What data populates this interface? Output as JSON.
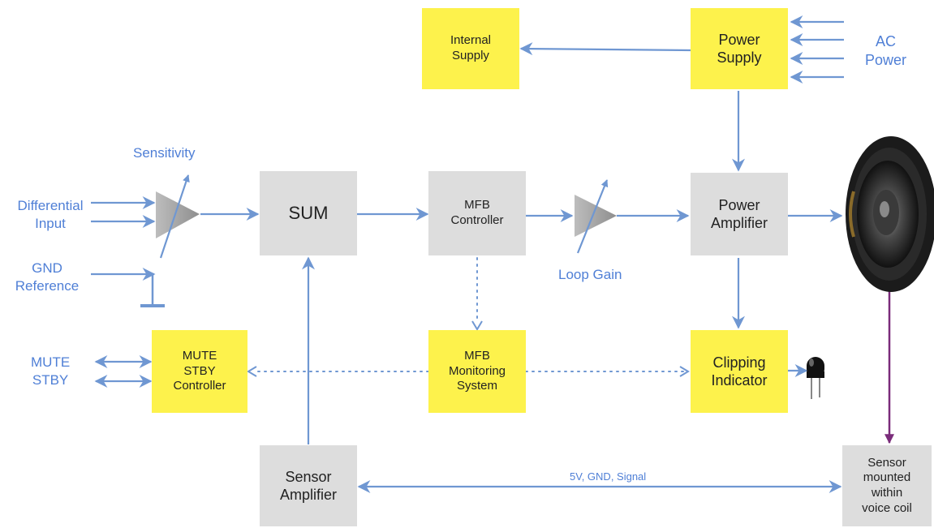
{
  "colors": {
    "yellow": "#fdf24c",
    "grey": "#dddddd",
    "arrow": "#6f97d2",
    "label": "#4f7fd6",
    "sensor_line": "#7a2c7a"
  },
  "blocks": {
    "internal_supply": "Internal\nSupply",
    "power_supply": "Power\nSupply",
    "sum": "SUM",
    "mfb_controller": "MFB\nController",
    "power_amplifier": "Power\nAmplifier",
    "mute_stby_controller": "MUTE\nSTBY\nController",
    "mfb_monitoring_system": "MFB\nMonitoring\nSystem",
    "clipping_indicator": "Clipping\nIndicator",
    "sensor_amplifier": "Sensor\nAmplifier",
    "sensor_voice_coil": "Sensor\nmounted\nwithin\nvoice coil"
  },
  "labels": {
    "ac_power": "AC\nPower",
    "sensitivity": "Sensitivity",
    "differential_input": "Differential\nInput",
    "gnd_reference": "GND\nReference",
    "loop_gain": "Loop Gain",
    "mute_stby": "MUTE\nSTBY",
    "bus_label": "5V, GND, Signal"
  },
  "icons": [
    "amplifier-triangle-icon",
    "ground-symbol-icon",
    "loudspeaker-icon",
    "led-icon"
  ]
}
